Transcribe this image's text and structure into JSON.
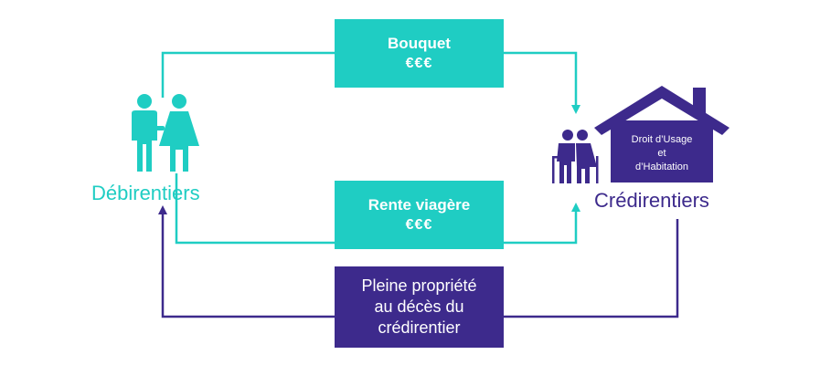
{
  "left_party": {
    "label": "Débirentiers",
    "icon": "couple-icon"
  },
  "right_party": {
    "label": "Crédirentiers",
    "icon": "elderly-couple-icon",
    "house": {
      "icon": "house-icon",
      "text_lines": [
        "Droit d’Usage",
        "et",
        "d’Habitation"
      ]
    }
  },
  "flows": {
    "bouquet": {
      "title": "Bouquet",
      "amount": "€€€"
    },
    "rente": {
      "title": "Rente viagère",
      "amount": "€€€"
    },
    "propriete": {
      "lines": [
        "Pleine propriété",
        "au décès du",
        "crédirentier"
      ]
    }
  },
  "colors": {
    "teal": "#1fcdc3",
    "purple": "#3d2a8c",
    "background": "#ffffff"
  }
}
